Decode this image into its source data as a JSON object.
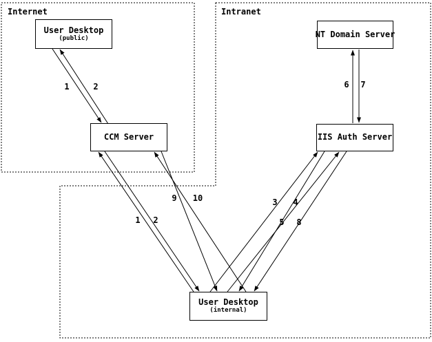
{
  "colors": {
    "background": "#ffffff",
    "line": "#000000",
    "text": "#000000"
  },
  "zones": [
    {
      "id": "internet",
      "label": "Internet"
    },
    {
      "id": "intranet",
      "label": "Intranet"
    }
  ],
  "nodes": [
    {
      "id": "user-desktop-public",
      "title": "User Desktop",
      "subtitle": "(public)",
      "zone": "internet"
    },
    {
      "id": "ccm-server",
      "title": "CCM Server",
      "subtitle": "",
      "zone": "internet"
    },
    {
      "id": "nt-domain-server",
      "title": "NT Domain Server",
      "subtitle": "",
      "zone": "intranet"
    },
    {
      "id": "iis-auth-server",
      "title": "IIS Auth Server",
      "subtitle": "",
      "zone": "intranet"
    },
    {
      "id": "user-desktop-internal",
      "title": "User Desktop",
      "subtitle": "(internal)",
      "zone": "intranet"
    }
  ],
  "flows": [
    {
      "label": "1",
      "from": "user-desktop-public",
      "to": "ccm-server"
    },
    {
      "label": "2",
      "from": "ccm-server",
      "to": "user-desktop-public"
    },
    {
      "label": "1",
      "from": "user-desktop-internal",
      "to": "ccm-server"
    },
    {
      "label": "2",
      "from": "ccm-server",
      "to": "user-desktop-internal"
    },
    {
      "label": "9",
      "from": "user-desktop-internal",
      "to": "ccm-server"
    },
    {
      "label": "10",
      "from": "ccm-server",
      "to": "user-desktop-internal"
    },
    {
      "label": "3",
      "from": "user-desktop-internal",
      "to": "iis-auth-server"
    },
    {
      "label": "4",
      "from": "iis-auth-server",
      "to": "user-desktop-internal"
    },
    {
      "label": "5",
      "from": "user-desktop-internal",
      "to": "iis-auth-server"
    },
    {
      "label": "8",
      "from": "iis-auth-server",
      "to": "user-desktop-internal"
    },
    {
      "label": "6",
      "from": "iis-auth-server",
      "to": "nt-domain-server"
    },
    {
      "label": "7",
      "from": "nt-domain-server",
      "to": "iis-auth-server"
    }
  ]
}
